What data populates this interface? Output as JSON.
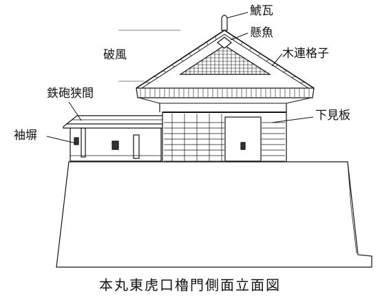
{
  "labels": {
    "shachigawara": "鯱瓦",
    "gegyo": "懸魚",
    "hafu": "破風",
    "kitsuregoshi": "木連格子",
    "teppo_sama": "鉄砲狭間",
    "sodebei": "袖塀",
    "shitamiita": "下見板"
  },
  "caption": "本丸東虎口櫓門側面立面図",
  "colors": {
    "line": "#111111",
    "background": "#ffffff"
  }
}
